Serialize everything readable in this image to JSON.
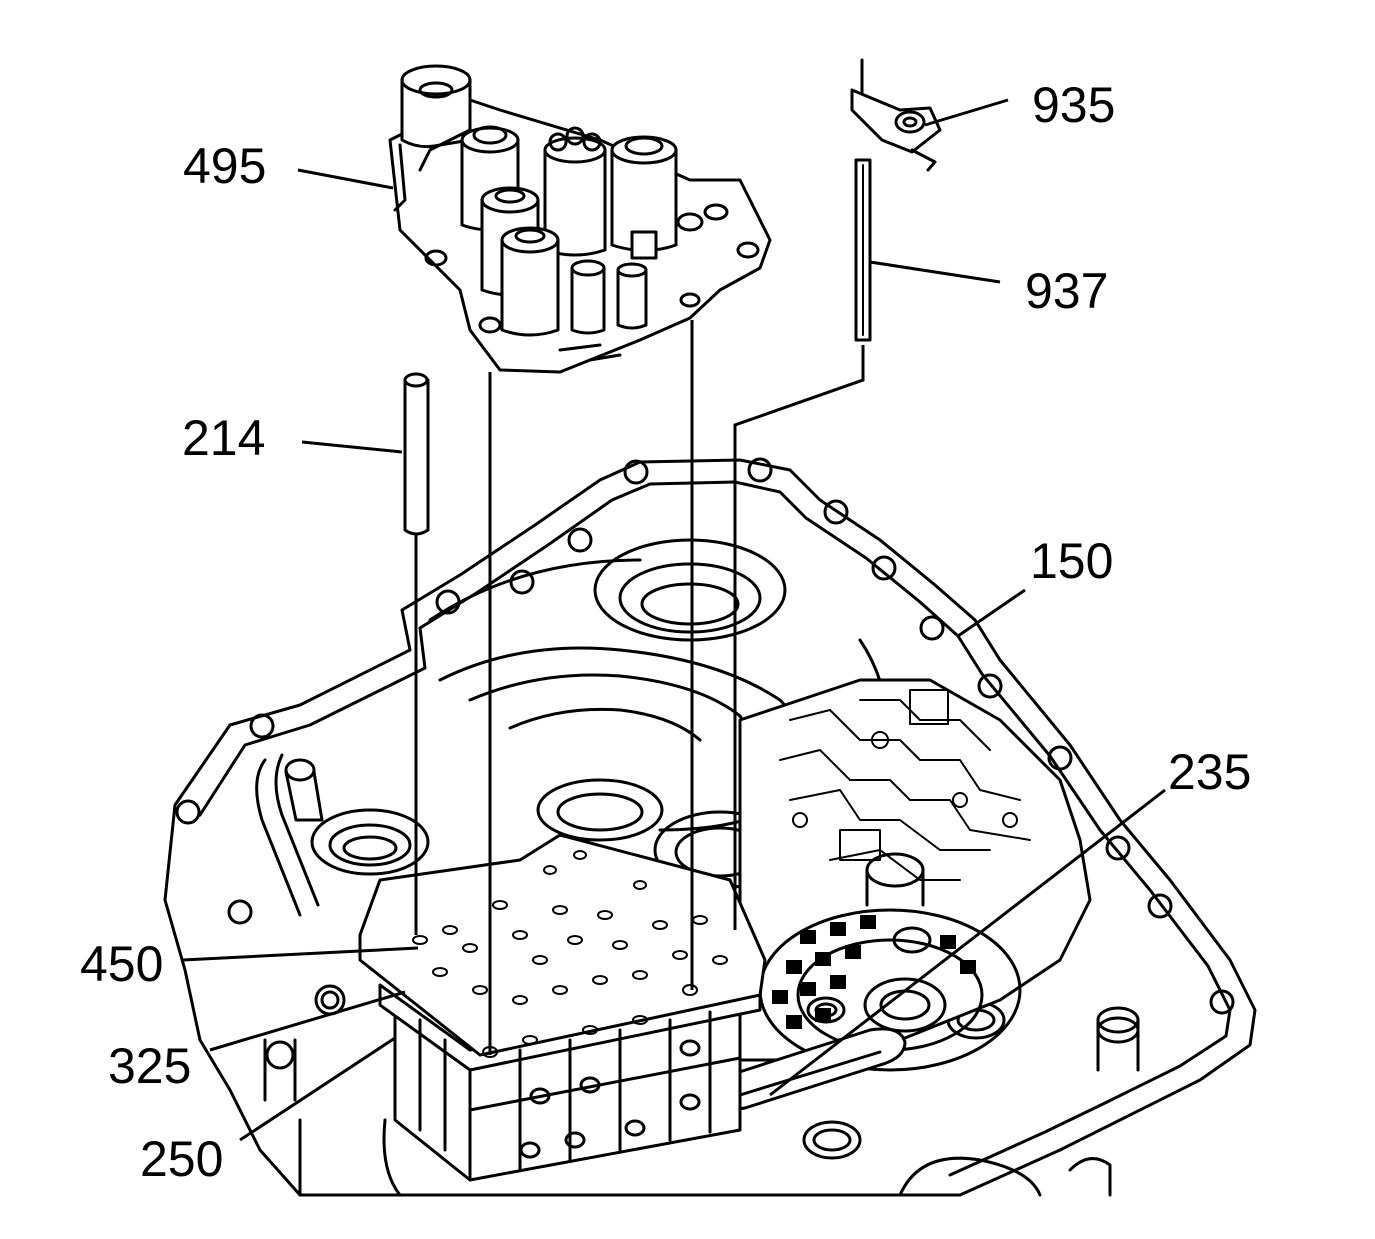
{
  "callouts": {
    "c935": "935",
    "c495": "495",
    "c937": "937",
    "c214": "214",
    "c150": "150",
    "c235": "235",
    "c450": "450",
    "c325": "325",
    "c250": "250"
  },
  "colors": {
    "ink": "#000000",
    "paper": "#ffffff"
  }
}
